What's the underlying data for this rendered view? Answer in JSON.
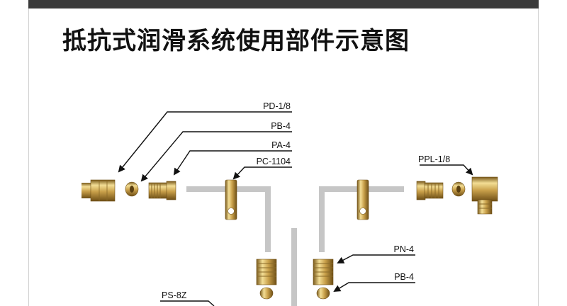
{
  "title": "抵抗式润滑系统使用部件示意图",
  "labels": {
    "pd": "PD-1/8",
    "pb_top": "PB-4",
    "pa": "PA-4",
    "pc": "PC-1104",
    "ppl": "PPL-1/8",
    "pn": "PN-4",
    "pb_bottom": "PB-4",
    "ps": "PS-8Z"
  },
  "colors": {
    "brass_light": "#f1d98a",
    "brass_mid": "#c9a04a",
    "brass_dark": "#7a5a1c",
    "tube": "#c6c6c6",
    "line": "#111111"
  }
}
